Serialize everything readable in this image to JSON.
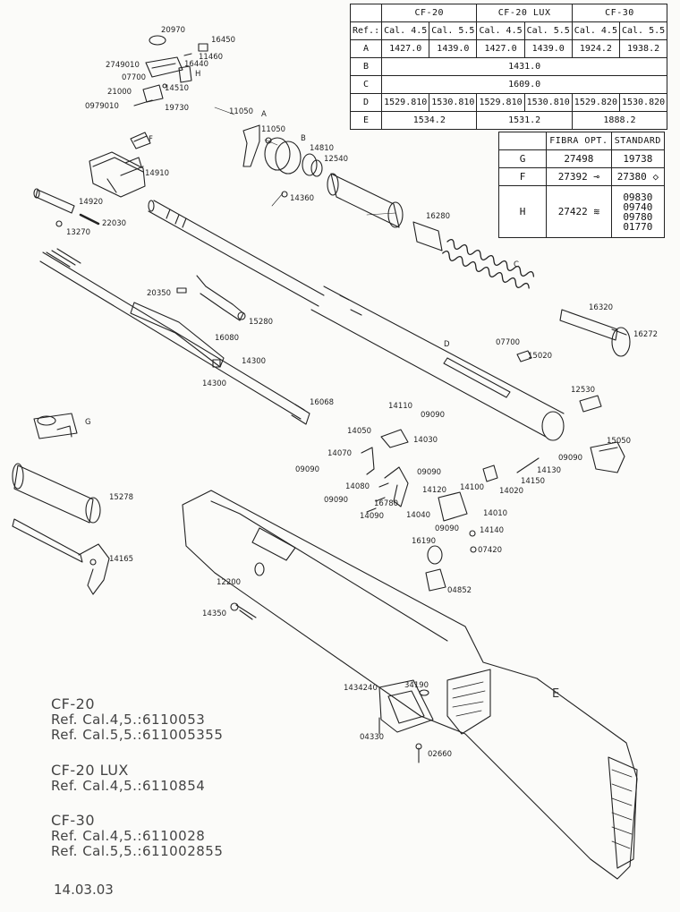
{
  "ref_table": {
    "ref_header": "Ref.:",
    "models": [
      "CF-20",
      "CF-20 LUX",
      "CF-30"
    ],
    "calibers": [
      "Cal. 4.5",
      "Cal. 5.5",
      "Cal. 4.5",
      "Cal. 5.5",
      "Cal. 4.5",
      "Cal. 5.5"
    ],
    "rows": [
      {
        "ref": "A",
        "cells": [
          "1427.0",
          "1439.0",
          "1427.0",
          "1439.0",
          "1924.2",
          "1938.2"
        ]
      },
      {
        "ref": "B",
        "cells": [
          "1431.0"
        ]
      },
      {
        "ref": "C",
        "cells": [
          "1609.0"
        ]
      },
      {
        "ref": "D",
        "cells": [
          "1529.810",
          "1530.810",
          "1529.810",
          "1530.810",
          "1529.820",
          "1530.820"
        ]
      },
      {
        "ref": "E",
        "cells": [
          "1534.2",
          "1531.2",
          "1888.2"
        ]
      }
    ]
  },
  "options_table": {
    "headers": [
      "FIBRA OPT.",
      "STANDARD"
    ],
    "rows": [
      {
        "key": "G",
        "fibra": "27498",
        "standard": "19738"
      },
      {
        "key": "F",
        "fibra": "27392",
        "standard": "27380"
      },
      {
        "key": "H",
        "fibra": "27422",
        "standard_list": [
          "09830",
          "09740",
          "09780",
          "01770"
        ]
      }
    ]
  },
  "part_labels": [
    "20970",
    "16450",
    "2749010",
    "11460",
    "16440",
    "H",
    "07700",
    "14510",
    "21000",
    "0979010",
    "19730",
    "11050",
    "A",
    "11050",
    "B",
    "14810",
    "12540",
    "F",
    "14910",
    "14920",
    "14360",
    "13270",
    "22030",
    "16280",
    "C",
    "20350",
    "15280",
    "16320",
    "16272",
    "16080",
    "14300",
    "D",
    "07700",
    "15020",
    "14300",
    "16068",
    "12530",
    "14110",
    "09090",
    "G",
    "14050",
    "14030",
    "15050",
    "09090",
    "14070",
    "09090",
    "14130",
    "09090",
    "14100",
    "14150",
    "14080",
    "14120",
    "14020",
    "15278",
    "09090",
    "16780",
    "14010",
    "14090",
    "14040",
    "09090",
    "14140",
    "16190",
    "07420",
    "14165",
    "12200",
    "04852",
    "14350",
    "1434240",
    "34190",
    "E",
    "04330",
    "02660"
  ],
  "legend": [
    {
      "title": "CF-20",
      "lines": [
        "Ref. Cal.4,5.:6110053",
        "Ref. Cal.5,5.:611005355"
      ]
    },
    {
      "title": "CF-20 LUX",
      "lines": [
        "Ref. Cal.4,5.:6110854"
      ]
    },
    {
      "title": "CF-30",
      "lines": [
        "Ref. Cal.4,5.:6110028",
        "Ref. Cal.5,5.:611002855"
      ]
    }
  ],
  "date": "14.03.03",
  "colors": {
    "ink": "#222222",
    "paper": "#fbfbf9"
  }
}
